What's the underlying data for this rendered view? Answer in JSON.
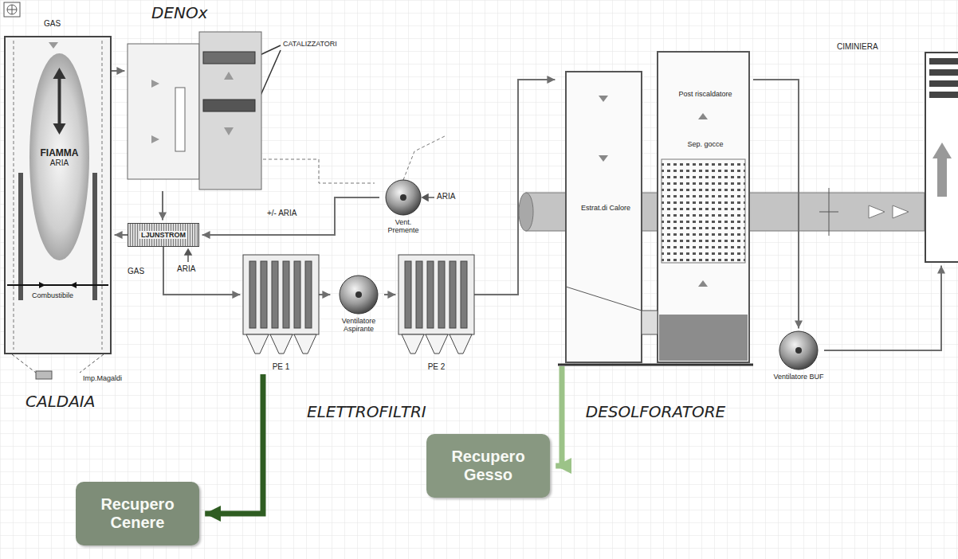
{
  "diagram": {
    "nodes": [
      {
        "text": [
          "CALDAIA"
        ]
      },
      {
        "text": [
          "FIAMMA",
          "ARIA"
        ],
        "in": 0
      },
      {
        "text": [
          "DENOx"
        ]
      },
      {
        "text": [
          "LJUNSTROM"
        ]
      },
      {
        "text": [
          "Vent. Premente"
        ]
      },
      {
        "text": [
          "ELETTROFILTRI"
        ]
      },
      {
        "text": [
          "PE 1"
        ],
        "in": 5
      },
      {
        "text": [
          "Ventilatore Aspirante"
        ],
        "in": 5
      },
      {
        "text": [
          "PE 2"
        ],
        "in": 5
      },
      {
        "text": [
          "DESOLFORATORE"
        ]
      },
      {
        "text": [
          "Estrat.di Calore"
        ],
        "in": 9
      },
      {
        "text": [
          "Post riscaldatore"
        ],
        "in": 9
      },
      {
        "text": [
          "Sep. gocce"
        ],
        "in": 9
      },
      {
        "text": [
          "Ventilatore BUF"
        ]
      },
      {
        "text": [
          "CIMINIERA"
        ]
      },
      {
        "text": [
          "Recupero Cenere"
        ]
      },
      {
        "text": [
          "Recupero Gesso"
        ]
      }
    ],
    "edges": [
      {
        "from": 0,
        "to": 2,
        "arrow": "to"
      },
      {
        "from": 2,
        "to": 3,
        "arrow": "to"
      },
      {
        "from": 3,
        "to": 6,
        "arrow": "to"
      },
      {
        "from": 6,
        "to": 7,
        "arrow": "to"
      },
      {
        "from": 7,
        "to": 8,
        "arrow": "to"
      },
      {
        "from": 8,
        "to": 9,
        "arrow": "to"
      },
      {
        "from": 9,
        "to": 13,
        "arrow": "to"
      },
      {
        "from": 13,
        "to": 14,
        "arrow": "to"
      },
      {
        "from": 4,
        "to": 3,
        "arrow": "to"
      },
      {
        "from": 3,
        "to": 0,
        "arrow": "to"
      },
      {
        "from": 5,
        "to": 15,
        "arrow": "to"
      },
      {
        "from": 9,
        "to": 16,
        "arrow": "to"
      }
    ],
    "labels": [
      "GAS",
      "CATALIZZATORI",
      "+/- ARIA",
      "ARIA",
      "ARIA",
      "GAS",
      "Combustibile",
      "Imp.Magaldi"
    ]
  }
}
